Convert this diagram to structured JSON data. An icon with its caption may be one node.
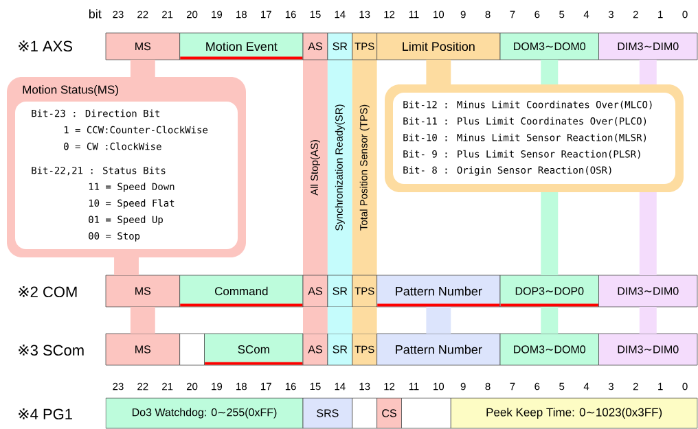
{
  "diagram": {
    "nodes": [
      {
        "text": [
          "MS"
        ]
      },
      {
        "text": [
          "Motion Event"
        ]
      },
      {
        "text": [
          "AS"
        ]
      },
      {
        "text": [
          "SR"
        ]
      },
      {
        "text": [
          "TPS"
        ]
      },
      {
        "text": [
          "Limit Position"
        ]
      },
      {
        "text": [
          "DOM3∼DOM0"
        ]
      },
      {
        "text": [
          "DIM3∼DIM0"
        ]
      },
      {
        "text": [
          "Motion Status(MS)",
          "Bit-23 : Direction Bit",
          "1 = CCW:Counter-ClockWise",
          "0 = CW :ClockWise",
          "Bit-22,21 : Status Bits",
          "11 = Speed Down",
          "10 = Speed Flat",
          "01 = Speed Up",
          "00 = Stop"
        ]
      },
      {
        "text": [
          "Bit-12 : Minus Limit Coordinates Over(MLCO)",
          "Bit-11 : Plus Limit Coordinates Over(PLCO)",
          "Bit-10 : Minus Limit Sensor Reaction(MLSR)",
          "Bit- 9 : Plus Limit Sensor Reaction(PLSR)",
          "Bit- 8 : Origin Sensor Reaction(OSR)"
        ]
      },
      {
        "text": [
          "All Stop(AS)"
        ]
      },
      {
        "text": [
          "Synchronization Ready(SR)"
        ]
      },
      {
        "text": [
          "Total Position Sensor (TPS)"
        ]
      },
      {
        "text": [
          "MS"
        ]
      },
      {
        "text": [
          "Command"
        ]
      },
      {
        "text": [
          "AS"
        ]
      },
      {
        "text": [
          "SR"
        ]
      },
      {
        "text": [
          "TPS"
        ]
      },
      {
        "text": [
          "Pattern Number"
        ]
      },
      {
        "text": [
          "DOP3∼DOP0"
        ]
      },
      {
        "text": [
          "DIM3∼DIM0"
        ]
      },
      {
        "text": [
          "MS"
        ]
      },
      {
        "text": [],
        "shape": "box"
      },
      {
        "text": [
          "SCom"
        ]
      },
      {
        "text": [
          "AS"
        ]
      },
      {
        "text": [
          "SR"
        ]
      },
      {
        "text": [
          "TPS"
        ]
      },
      {
        "text": [
          "Pattern Number"
        ]
      },
      {
        "text": [
          "DOM3∼DOM0"
        ]
      },
      {
        "text": [
          "DIM3∼DIM0"
        ]
      },
      {
        "text": [
          "Do3 Watchdog: 0∼255(0xFF)"
        ]
      },
      {
        "text": [
          "SRS"
        ]
      },
      {
        "text": [],
        "shape": "box"
      },
      {
        "text": [
          "CS"
        ]
      },
      {
        "text": [],
        "shape": "box"
      },
      {
        "text": [
          "Peek Keep Time: 0∼1023(0x3FF)"
        ]
      }
    ],
    "edges": [
      {
        "from": 0,
        "to": 8,
        "arrow": "none",
        "color": "#fcc5c0"
      },
      {
        "from": 8,
        "to": 13,
        "arrow": "none",
        "color": "#fcc5c0"
      },
      {
        "from": 5,
        "to": 9,
        "arrow": "none",
        "color": "#fddca0"
      },
      {
        "from": 6,
        "to": 9,
        "arrow": "none",
        "color": "#bdfcdc"
      },
      {
        "from": 9,
        "to": 19,
        "arrow": "none",
        "color": "#bdfcdc"
      },
      {
        "from": 7,
        "to": 9,
        "arrow": "none",
        "color": "#f4dcfc"
      },
      {
        "from": 9,
        "to": 20,
        "arrow": "none",
        "color": "#f4dcfc"
      },
      {
        "from": 13,
        "to": 21,
        "arrow": "none",
        "color": "#fcc5c0"
      },
      {
        "from": 15,
        "to": 24,
        "arrow": "none",
        "color": "#fcc5c0"
      },
      {
        "from": 16,
        "to": 25,
        "arrow": "none",
        "color": "#c5fcfc"
      },
      {
        "from": 17,
        "to": 26,
        "arrow": "none",
        "color": "#fddca0"
      },
      {
        "from": 18,
        "to": 27,
        "arrow": "none",
        "color": "#dce4fc"
      },
      {
        "from": 19,
        "to": 28,
        "arrow": "none",
        "color": "#bdfcdc"
      },
      {
        "from": 20,
        "to": 29,
        "arrow": "none",
        "color": "#f4dcfc"
      }
    ],
    "labels": [
      "bit",
      "23",
      "22",
      "21",
      "20",
      "19",
      "18",
      "17",
      "16",
      "15",
      "14",
      "13",
      "12",
      "11",
      "10",
      "9",
      "8",
      "7",
      "6",
      "5",
      "4",
      "3",
      "2",
      "1",
      "0",
      "※1 AXS",
      "※2 COM",
      "※3 SCom",
      "23",
      "22",
      "21",
      "20",
      "19",
      "18",
      "17",
      "16",
      "15",
      "14",
      "13",
      "12",
      "11",
      "10",
      "9",
      "8",
      "7",
      "6",
      "5",
      "4",
      "3",
      "2",
      "1",
      "0",
      "※4 PG1"
    ]
  }
}
